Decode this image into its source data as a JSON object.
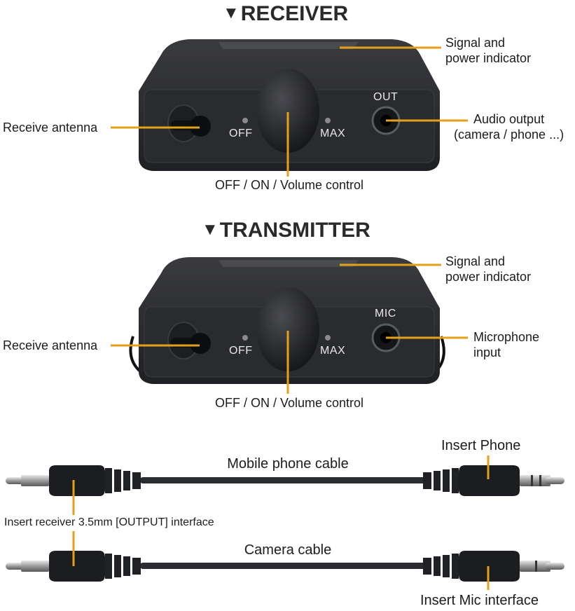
{
  "receiver": {
    "heading": "RECEIVER",
    "signal_label_1": "Signal and",
    "signal_label_2": "power indicator",
    "antenna_label": "Receive antenna",
    "output_label_1": "Audio output",
    "output_label_2": "(camera / phone ...)",
    "volume_label": "OFF / ON / Volume control",
    "off_text": "OFF",
    "max_text": "MAX",
    "jack_text": "OUT"
  },
  "transmitter": {
    "heading": "TRANSMITTER",
    "signal_label_1": "Signal and",
    "signal_label_2": "power indicator",
    "antenna_label": "Receive antenna",
    "mic_label_1": "Microphone",
    "mic_label_2": "input",
    "volume_label": "OFF / ON / Volume control",
    "off_text": "OFF",
    "max_text": "MAX",
    "jack_text": "MIC"
  },
  "cables": {
    "insert_phone": "Insert Phone",
    "phone_cable": "Mobile phone cable",
    "insert_receiver": "Insert receiver 3.5mm [OUTPUT] interface",
    "camera_cable": "Camera cable",
    "insert_mic": "Insert Mic interface"
  },
  "colors": {
    "leader": "#e5a01a",
    "device_body": "#2b2c2f",
    "heading": "#2a2a2a"
  }
}
